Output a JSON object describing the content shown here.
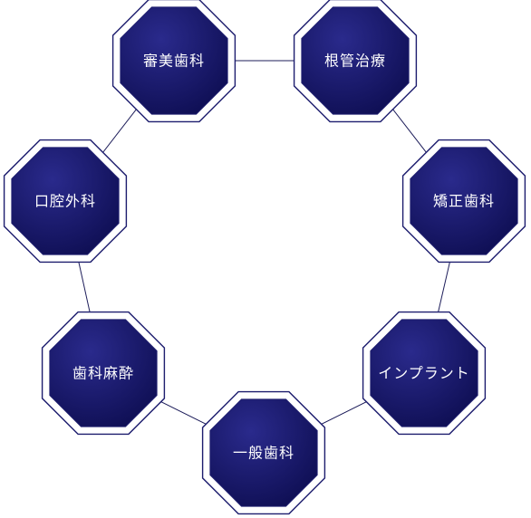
{
  "diagram": {
    "nodes": [
      {
        "id": "shinbi",
        "label": "審美歯科"
      },
      {
        "id": "konkan",
        "label": "根管治療"
      },
      {
        "id": "kyosei",
        "label": "矯正歯科"
      },
      {
        "id": "implant",
        "label": "インプラント"
      },
      {
        "id": "ippan",
        "label": "一般歯科"
      },
      {
        "id": "masui",
        "label": "歯科麻酔"
      },
      {
        "id": "koku",
        "label": "口腔外科"
      }
    ],
    "connections": [
      [
        "shinbi",
        "konkan"
      ],
      [
        "konkan",
        "kyosei"
      ],
      [
        "kyosei",
        "implant"
      ],
      [
        "implant",
        "ippan"
      ],
      [
        "ippan",
        "masui"
      ],
      [
        "masui",
        "koku"
      ],
      [
        "koku",
        "shinbi"
      ]
    ],
    "colors": {
      "fill_light": "#2a2a8c",
      "fill_dark": "#0c0c4e",
      "outline": "#1d1d6e",
      "border_gap": "#ffffff",
      "connector": "#1d1d5a",
      "text": "#ffffff"
    }
  }
}
